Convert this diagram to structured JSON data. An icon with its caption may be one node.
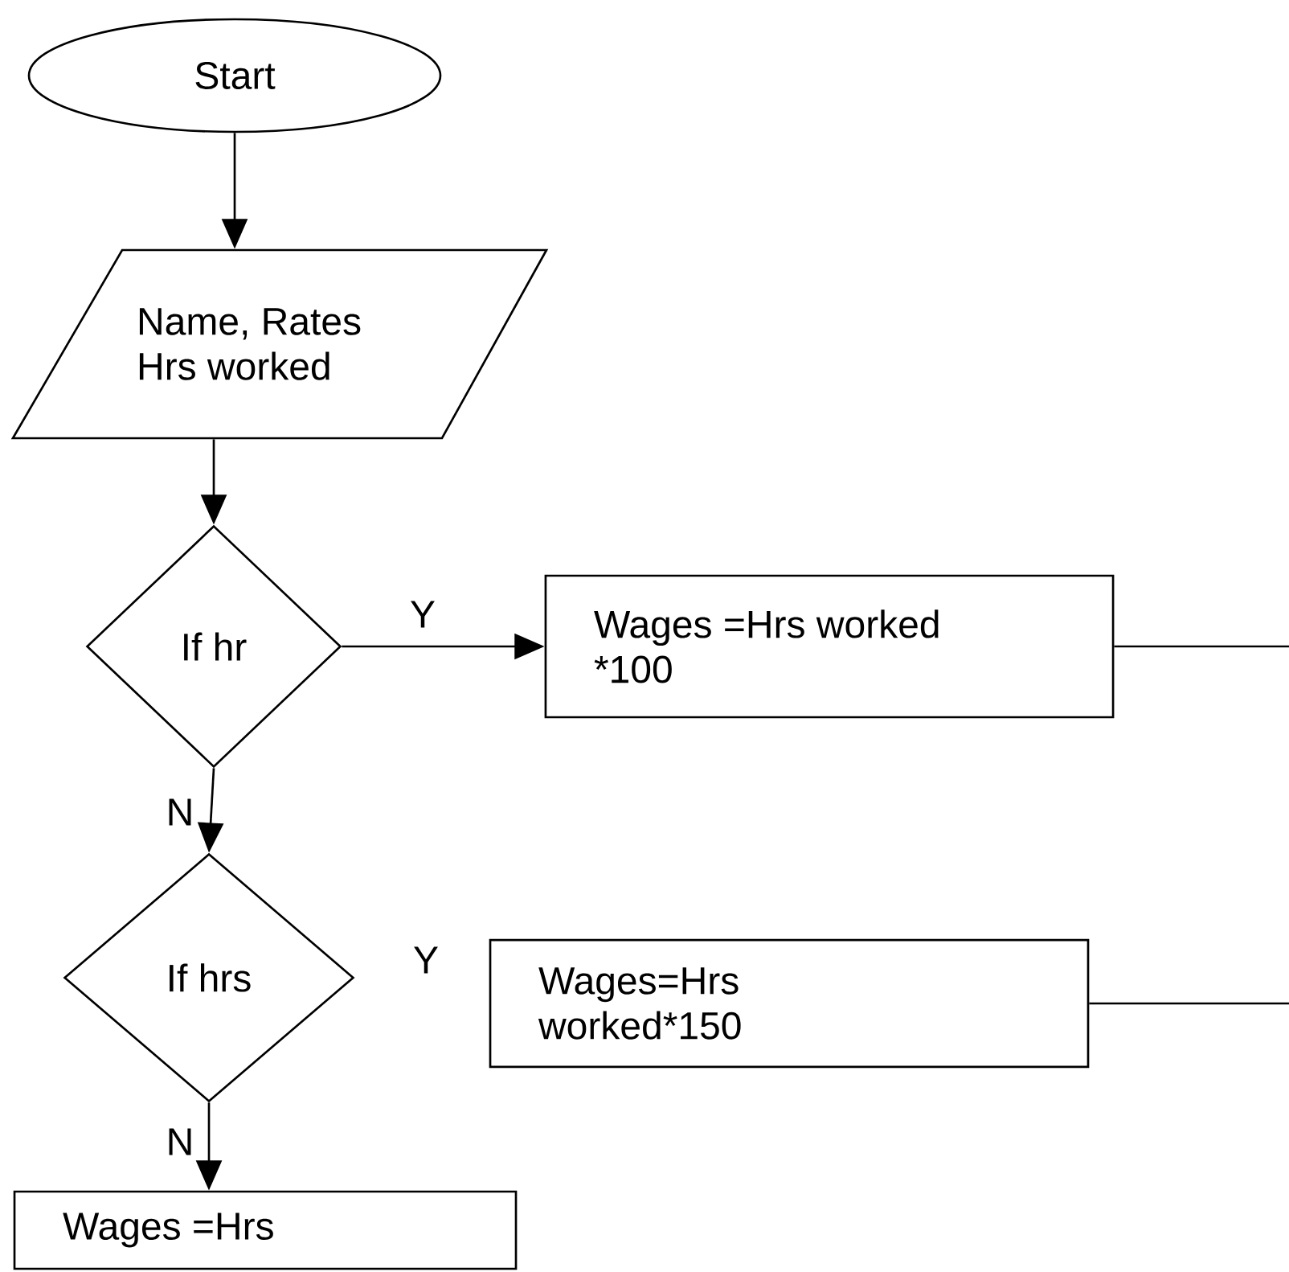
{
  "diagram": {
    "nodes": [
      {
        "text": [
          "Start"
        ]
      },
      {
        "text": [
          "Name, Rates Hrs worked"
        ]
      },
      {
        "text": [
          "If hr"
        ]
      },
      {
        "text": [
          "Wages =Hrs worked *100"
        ]
      },
      {
        "text": [
          "If hrs"
        ]
      },
      {
        "text": [
          "Wages=Hrs worked*150"
        ]
      },
      {
        "text": [
          "Wages =Hrs"
        ]
      }
    ],
    "edges": [
      {
        "from": 0,
        "to": 1,
        "arrow": "to"
      },
      {
        "from": 1,
        "to": 2,
        "arrow": "to"
      },
      {
        "from": 2,
        "to": 3,
        "arrow": "to",
        "label": "Y"
      },
      {
        "from": 2,
        "to": 4,
        "arrow": "to",
        "label": "N"
      },
      {
        "from": 4,
        "to": 6,
        "arrow": "to",
        "label": "N"
      },
      {
        "from": 3,
        "to": null,
        "arrow": "none"
      },
      {
        "from": 5,
        "to": null,
        "arrow": "none"
      }
    ],
    "labels": [
      "Y"
    ]
  }
}
